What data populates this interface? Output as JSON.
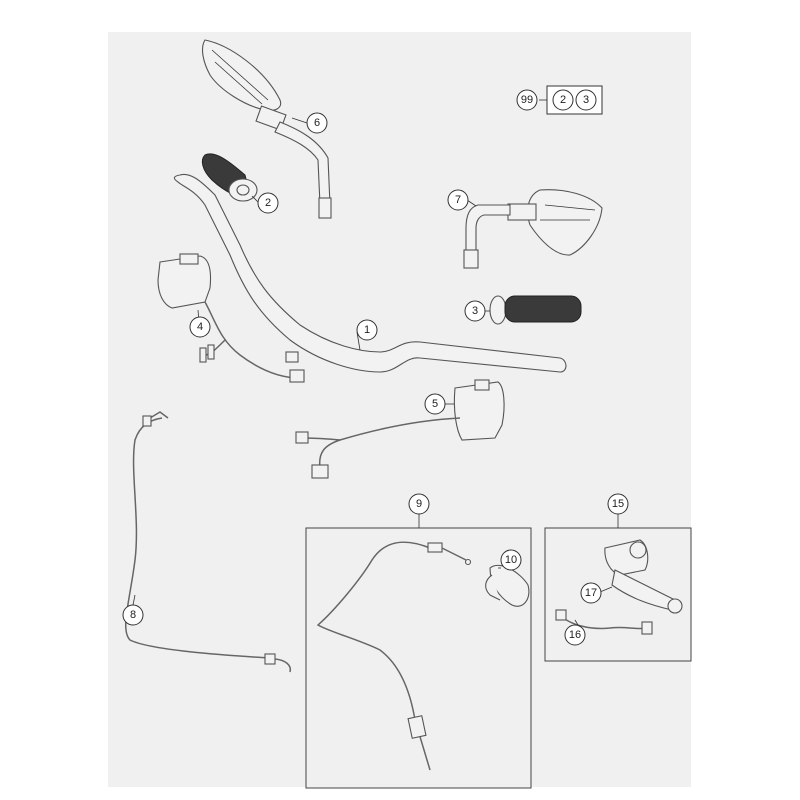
{
  "callouts": {
    "c1": "1",
    "c2": "2",
    "c3": "3",
    "c4": "4",
    "c5": "5",
    "c6": "6",
    "c7": "7",
    "c8": "8",
    "c9": "9",
    "c10": "10",
    "c15": "15",
    "c16": "16",
    "c17": "17"
  },
  "kit": {
    "label": "99",
    "item_a": "2",
    "item_b": "3"
  },
  "colors": {
    "background": "#f0f0f0",
    "line": "#555555",
    "grip": "#3a3a3a",
    "frame": "#444444"
  }
}
